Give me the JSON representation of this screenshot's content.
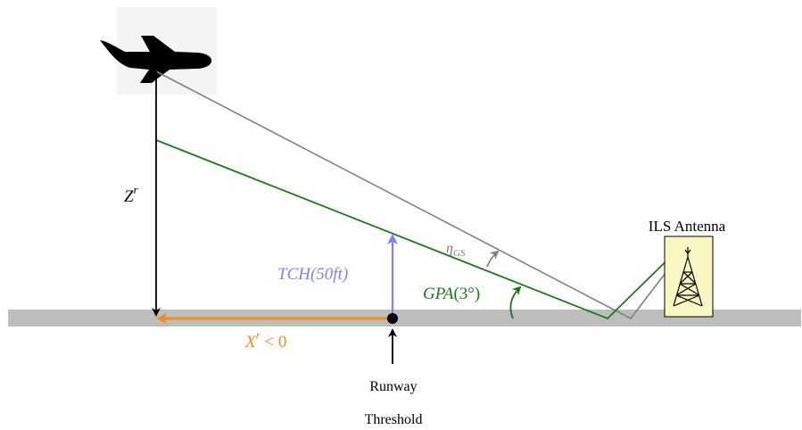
{
  "colors": {
    "runway": "#bdbdbd",
    "aircraft": "#000000",
    "aircraft_to_antenna_line": "#808080",
    "glide_path": "#1a7a1a",
    "tch_arrow": "#8080ff",
    "x_arrow": "#f28b1e",
    "antenna_box_fill": "#fbf7c3"
  },
  "icons": {
    "aircraft": "airplane-silhouette-icon",
    "antenna": "radio-tower-icon"
  },
  "labels": {
    "z_base": "Z",
    "z_sup": "r",
    "x_base": "X",
    "x_sup": "r",
    "x_rel": " < 0",
    "tch": "TCH(50ft)",
    "eta_base": "η",
    "eta_sub": "GS",
    "gpa_func": "GPA",
    "gpa_arg": "(3°)",
    "antenna": "ILS Antenna",
    "threshold_line1": "Runway",
    "threshold_line2": "Threshold"
  }
}
